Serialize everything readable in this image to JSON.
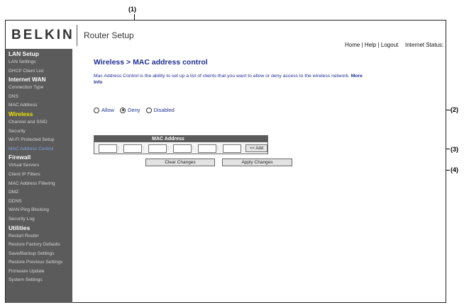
{
  "callouts": {
    "c1": "(1)",
    "c2": "(2)",
    "c3": "(3)",
    "c4": "(4)"
  },
  "header": {
    "logo": "BELKIN",
    "app_title": "Router Setup",
    "links": {
      "home": "Home",
      "help": "Help",
      "logout": "Logout",
      "sep": "|"
    },
    "internet_status": "Internet Status:"
  },
  "sidebar": {
    "lan_setup": "LAN Setup",
    "lan_settings": "LAN Settings",
    "dhcp_client_list": "DHCP Client List",
    "internet_wan": "Internet WAN",
    "connection_type": "Connection Type",
    "dns": "DNS",
    "mac_address": "MAC Address",
    "wireless": "Wireless",
    "channel_ssid": "Channel and SSID",
    "security": "Security",
    "wifi_protected_setup": "Wi-Fi Protected Setup",
    "mac_address_control": "MAC Address Control",
    "firewall": "Firewall",
    "virtual_servers": "Virtual Servers",
    "client_ip_filters": "Client IP Filters",
    "mac_address_filtering": "MAC Address Filtering",
    "dmz": "DMZ",
    "ddns": "DDNS",
    "wan_ping_blocking": "WAN Ping Blocking",
    "security_log": "Security Log",
    "utilities": "Utilities",
    "restart_router": "Restart Router",
    "restore_factory_defaults": "Restore Factory Defaults",
    "save_backup_settings": "Save/Backup Settings",
    "restore_previous_settings": "Restore Previous Settings",
    "firmware_update": "Firmware Update",
    "system_settings": "System Settings"
  },
  "main": {
    "title": "Wireless > MAC address control",
    "description": "Mac Address Control is the ability to set up a list of clients that you want to allow or deny access to the wireless network.",
    "more_info": "More Info",
    "radio": {
      "allow": "Allow",
      "deny": "Deny",
      "disabled": "Disabled",
      "selected": "Deny"
    },
    "mac_table": {
      "header": "MAC Address",
      "colon": ":",
      "add_button": "<< Add"
    },
    "buttons": {
      "clear": "Clear Changes",
      "apply": "Apply Changes"
    }
  }
}
